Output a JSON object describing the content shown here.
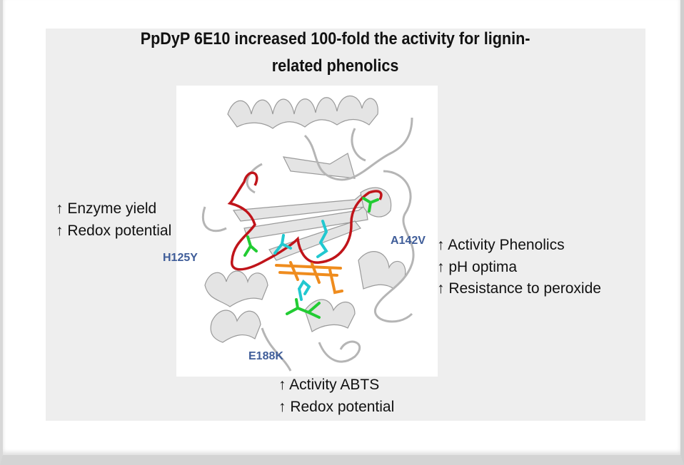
{
  "title": {
    "line1": "PpDyP 6E10 increased 100-fold the activity for lignin-",
    "line2": "related phenolics"
  },
  "mutations": {
    "h125y": "H125Y",
    "a142v": "A142V",
    "e188k": "E188K"
  },
  "annotations": {
    "left": [
      "↑ Enzyme yield",
      "↑ Redox potential"
    ],
    "right": [
      "↑ Activity Phenolics",
      "↑ pH optima",
      "↑ Resistance to peroxide"
    ],
    "bottom": [
      "↑ Activity ABTS",
      "↑ Redox potential"
    ]
  },
  "colors": {
    "loop": "#c0141a",
    "mutation_sticks": "#22cc33",
    "active_site": "#22c8d0",
    "heme": "#ef8c1e",
    "ribbon": "#e6e6e6",
    "label": "#3f5d99"
  }
}
